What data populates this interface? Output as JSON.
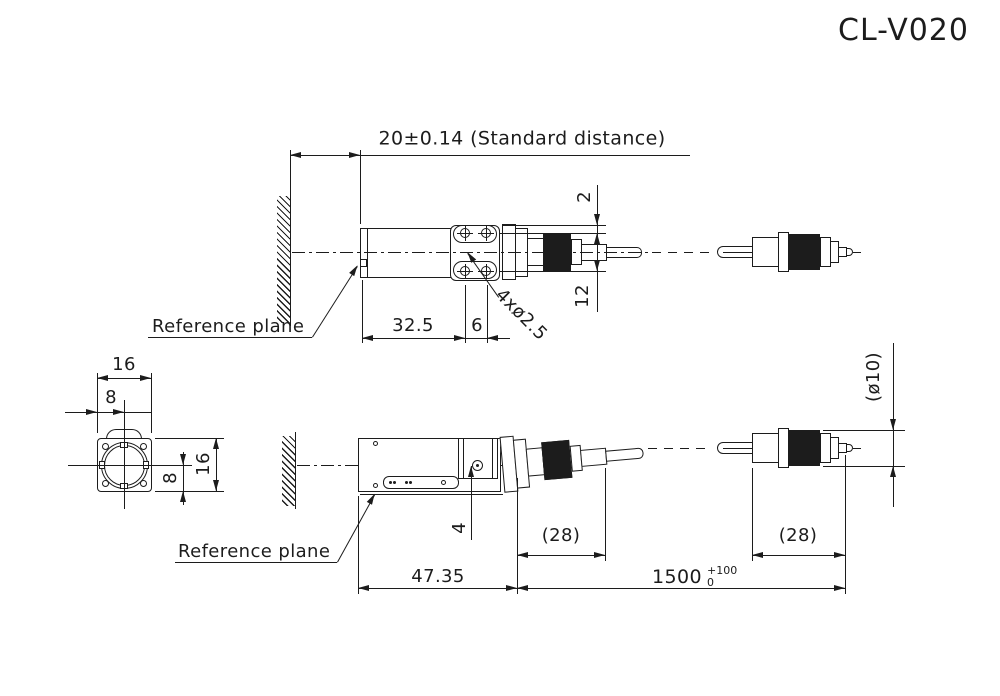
{
  "title": "CL-V020",
  "top_view": {
    "standard_distance": "20±0.14 (Standard distance)",
    "dim_body_length": "32.5",
    "dim_hole_spacing": "6",
    "hole_callout": "4xø2.5",
    "dim_flange_offset": "2",
    "dim_hole_row_spacing": "12",
    "reference_plane_label": "Reference plane"
  },
  "front_view": {
    "dim_width": "16",
    "dim_half_width": "8",
    "dim_half_height": "8",
    "dim_height": "16"
  },
  "side_view": {
    "dim_body_length": "47.35",
    "dim_axis_offset": "4",
    "dim_connector_length": "(28)",
    "cable_length": "1500",
    "cable_tol_plus": "+100",
    "cable_tol_minus": "0",
    "reference_plane_label": "Reference plane"
  },
  "end_connector": {
    "dim_diameter": "(ø10)",
    "dim_length": "(28)"
  }
}
